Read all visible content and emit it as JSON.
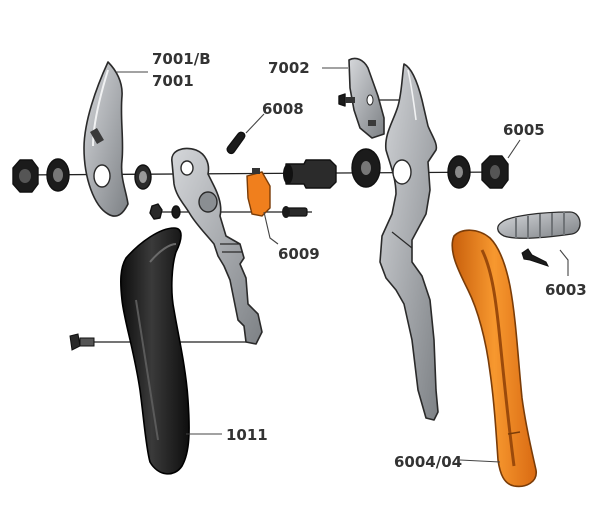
{
  "parts": {
    "blade": {
      "label": "7001/B"
    },
    "blade_alt": {
      "label": "7001"
    },
    "anvil_insert": {
      "label": "7002"
    },
    "spring_hook": {
      "label": "6008"
    },
    "nut": {
      "label": "6005"
    },
    "adjuster": {
      "label": "6009"
    },
    "spring": {
      "label": "6003"
    },
    "handle_black": {
      "label": "1011"
    },
    "handle_orange": {
      "label": "6004/04"
    }
  },
  "colors": {
    "metal": "#a9acb0",
    "metal_dark": "#6f7377",
    "black_part": "#1b1b1b",
    "orange": "#f07f1d",
    "orange_dark": "#c85f0c",
    "outline": "#2a2a2a"
  }
}
